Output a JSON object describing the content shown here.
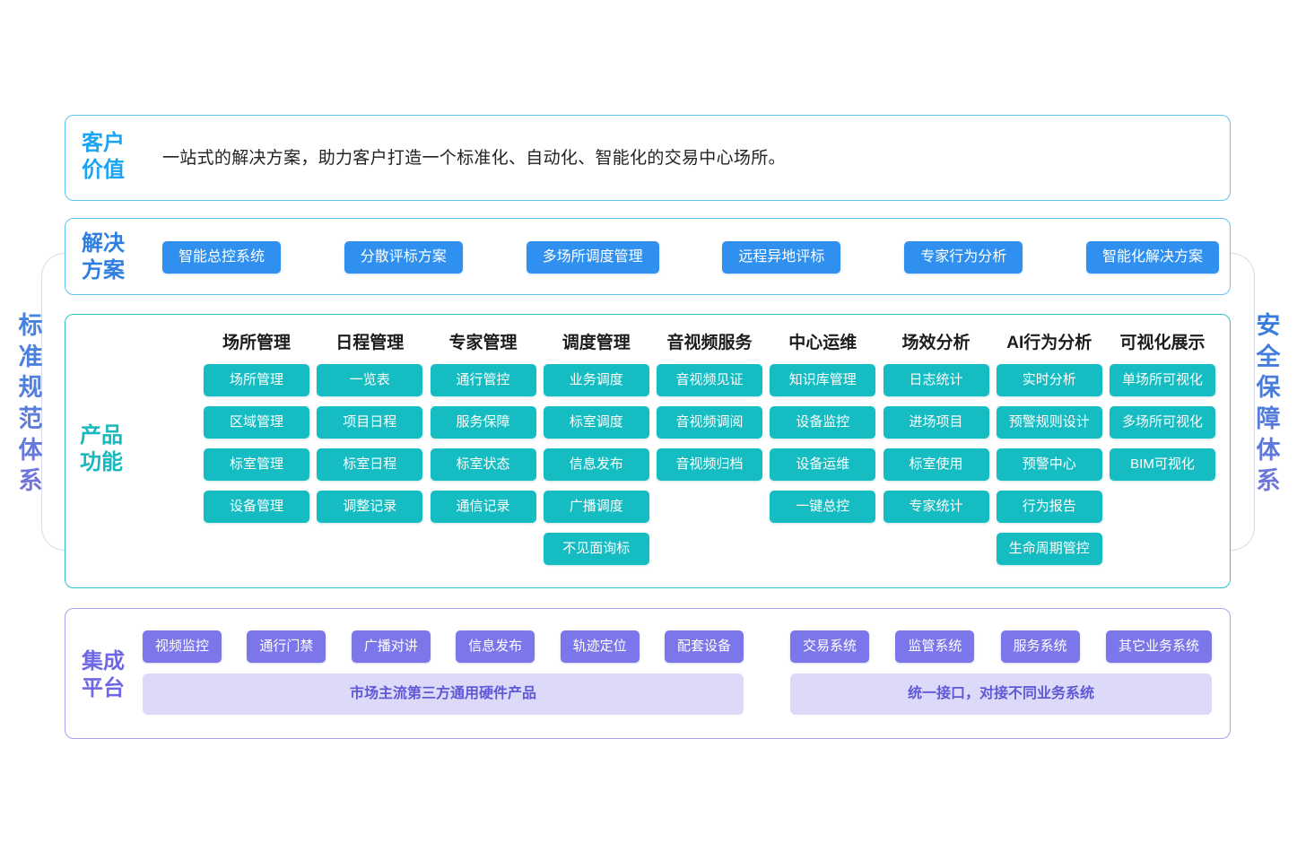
{
  "rails": {
    "left": {
      "name": "标准规范体系",
      "chars": [
        "标",
        "准",
        "规",
        "范",
        "体",
        "系"
      ],
      "color": "#4a80de"
    },
    "right": {
      "name": "安全保障体系",
      "chars": [
        "安",
        "全",
        "保",
        "障",
        "体",
        "系"
      ],
      "color": "#3f7ddf"
    }
  },
  "customer_value": {
    "label": "客户\n价值",
    "label_color": "#1aa4f2",
    "border_color": "#62c5ef",
    "text": "一站式的解决方案，助力客户打造一个标准化、自动化、智能化的交易中心场所。"
  },
  "solution": {
    "label": "解决\n方案",
    "label_color": "#2f7fe0",
    "border_color": "#62c5ef",
    "chip_color": "#2f90f0",
    "items": [
      "智能总控系统",
      "分散评标方案",
      "多场所调度管理",
      "远程异地评标",
      "专家行为分析",
      "智能化解决方案"
    ]
  },
  "product": {
    "label": "产品\n功能",
    "label_color": "#18b8bd",
    "border_color": "#2cc3c6",
    "chip_color": "#15bcc1",
    "columns": [
      {
        "header": "场所管理",
        "items": [
          "场所管理",
          "区域管理",
          "标室管理",
          "设备管理"
        ]
      },
      {
        "header": "日程管理",
        "items": [
          "一览表",
          "项目日程",
          "标室日程",
          "调整记录"
        ]
      },
      {
        "header": "专家管理",
        "items": [
          "通行管控",
          "服务保障",
          "标室状态",
          "通信记录"
        ]
      },
      {
        "header": "调度管理",
        "items": [
          "业务调度",
          "标室调度",
          "信息发布",
          "广播调度",
          "不见面询标"
        ]
      },
      {
        "header": "音视频服务",
        "items": [
          "音视频见证",
          "音视频调阅",
          "音视频归档"
        ]
      },
      {
        "header": "中心运维",
        "items": [
          "知识库管理",
          "设备监控",
          "设备运维",
          "一键总控"
        ]
      },
      {
        "header": "场效分析",
        "items": [
          "日志统计",
          "进场项目",
          "标室使用",
          "专家统计"
        ]
      },
      {
        "header": "AI行为分析",
        "items": [
          "实时分析",
          "预警规则设计",
          "预警中心",
          "行为报告",
          "生命周期管控"
        ]
      },
      {
        "header": "可视化展示",
        "items": [
          "单场所可视化",
          "多场所可视化",
          "BIM可视化"
        ]
      }
    ]
  },
  "platform": {
    "label": "集成\n平台",
    "label_color": "#6f68e6",
    "border_color": "#a9a3ef",
    "chip_color": "#7b76ea",
    "bar_color": "#ddd9f8",
    "hardware": {
      "chips": [
        "视频监控",
        "通行门禁",
        "广播对讲",
        "信息发布",
        "轨迹定位",
        "配套设备"
      ],
      "bar": "市场主流第三方通用硬件产品"
    },
    "business": {
      "chips": [
        "交易系统",
        "监管系统",
        "服务系统",
        "其它业务系统"
      ],
      "bar": "统一接口，对接不同业务系统"
    }
  }
}
